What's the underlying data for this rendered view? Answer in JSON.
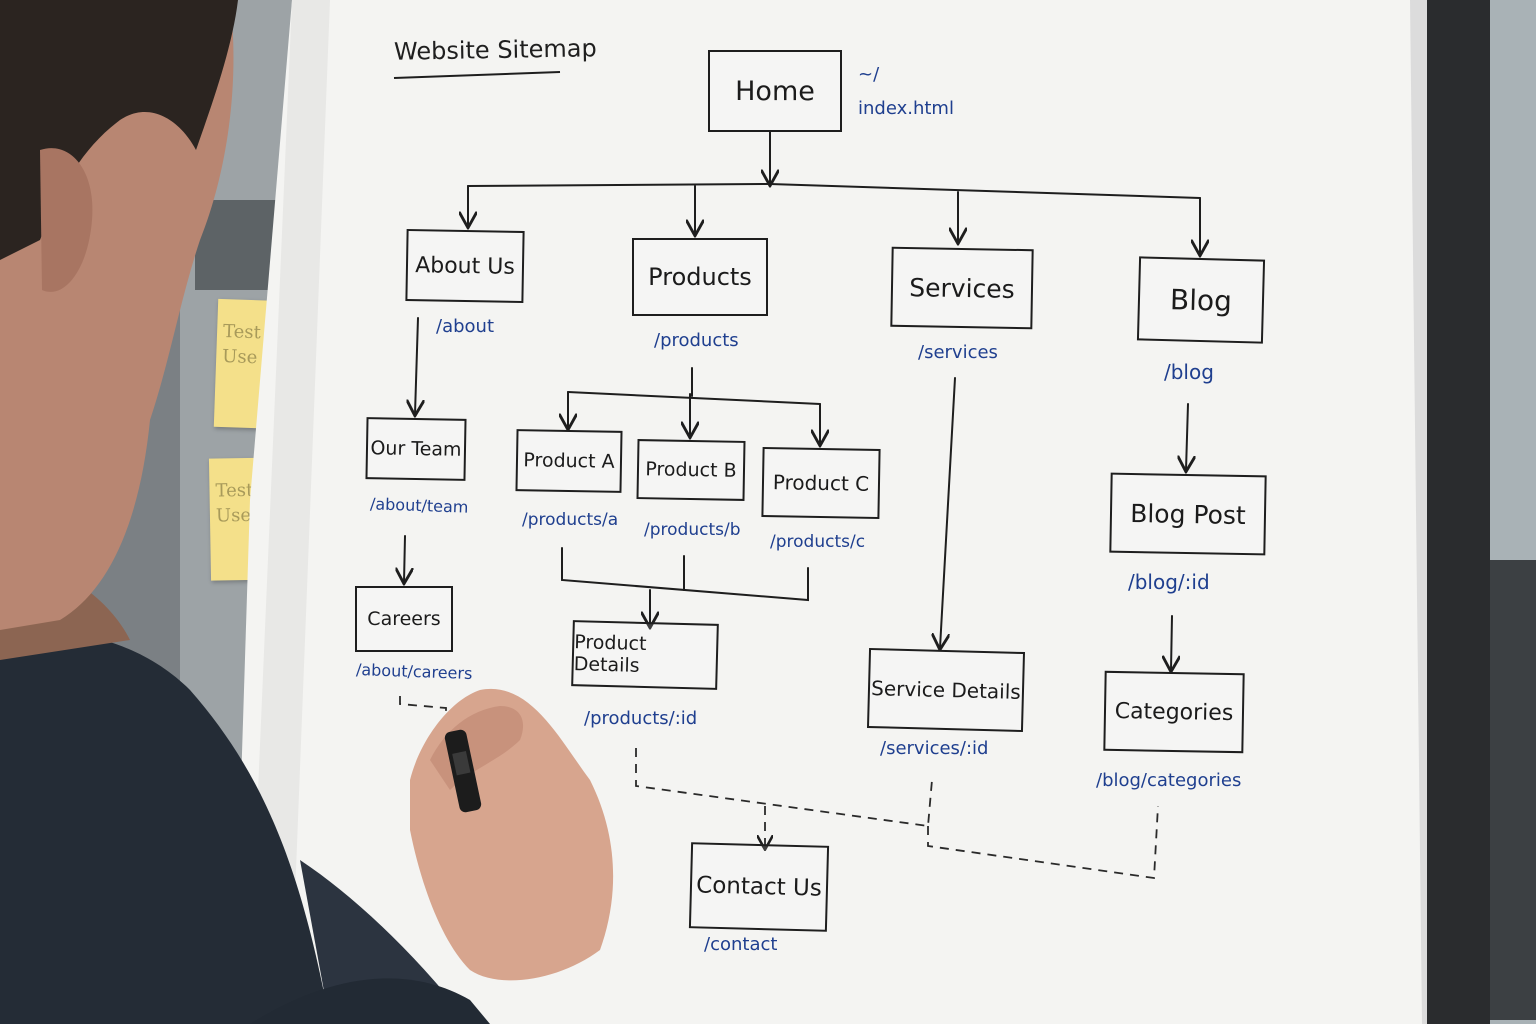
{
  "title": "Website Sitemap",
  "home": {
    "label": "Home",
    "route_root": "~/",
    "route_file": "index.html"
  },
  "pages": {
    "about": {
      "label": "About Us",
      "route": "/about"
    },
    "products": {
      "label": "Products",
      "route": "/products"
    },
    "services": {
      "label": "Services",
      "route": "/services"
    },
    "blog": {
      "label": "Blog",
      "route": "/blog"
    },
    "team": {
      "label": "Our Team",
      "route": "/about/team"
    },
    "careers": {
      "label": "Careers",
      "route": "/about/careers"
    },
    "product_a": {
      "label": "Product A",
      "route": "/products/a"
    },
    "product_b": {
      "label": "Product B",
      "route": "/products/b"
    },
    "product_c": {
      "label": "Product C",
      "route": "/products/c"
    },
    "product_details": {
      "label": "Product Details",
      "route": "/products/:id"
    },
    "service_details": {
      "label": "Service Details",
      "route": "/services/:id"
    },
    "blog_post": {
      "label": "Blog Post",
      "route": "/blog/:id"
    },
    "categories": {
      "label": "Categories",
      "route": "/blog/categories"
    },
    "contact": {
      "label": "Contact Us",
      "route": "/contact"
    }
  },
  "sticky_notes": [
    {
      "line1": "Test",
      "line2": "Use"
    },
    {
      "line1": "Test",
      "line2": "Use"
    }
  ],
  "colors": {
    "ink": "#1e1e1e",
    "route_ink": "#1f3f8f",
    "paper": "#f6f6f4",
    "sticky": "#f4e08a"
  }
}
